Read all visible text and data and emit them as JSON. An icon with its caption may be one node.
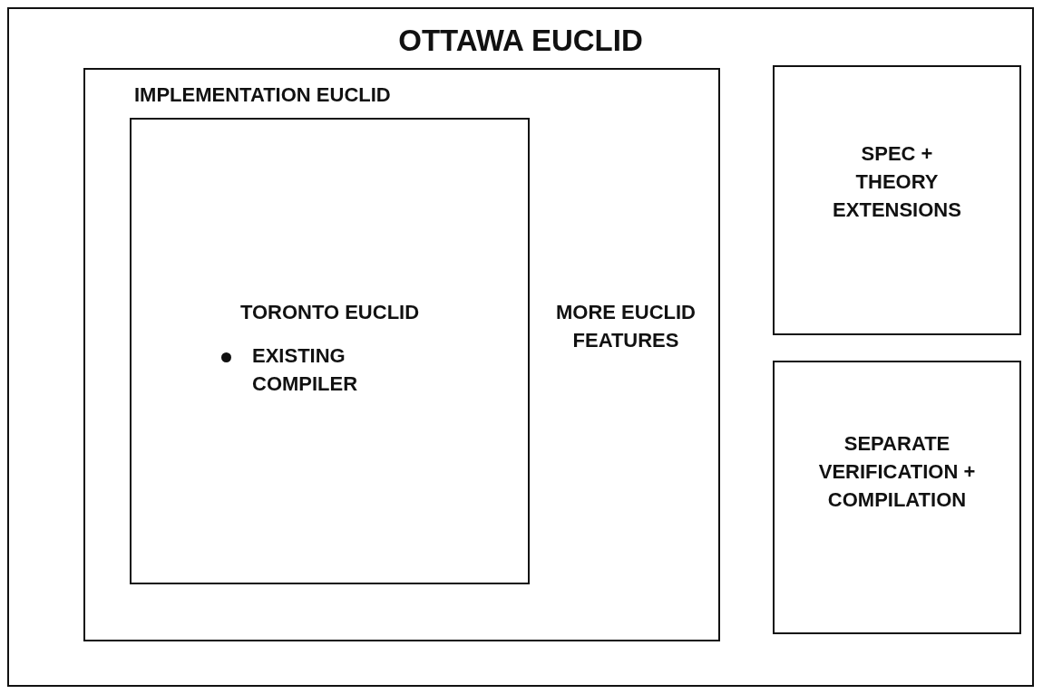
{
  "diagram": {
    "nodes": [
      {
        "text": [
          "OTTAWA EUCLID"
        ]
      },
      {
        "text": [
          "IMPLEMENTATION EUCLID",
          "MORE EUCLID FEATURES"
        ],
        "in": 0
      },
      {
        "text": [
          "TORONTO EUCLID",
          "EXISTING COMPILER"
        ],
        "in": 1
      },
      {
        "text": [
          "SPEC + THEORY EXTENSIONS"
        ],
        "in": 0
      },
      {
        "text": [
          "SEPARATE VERIFICATION + COMPILATION"
        ],
        "in": 0
      }
    ]
  }
}
